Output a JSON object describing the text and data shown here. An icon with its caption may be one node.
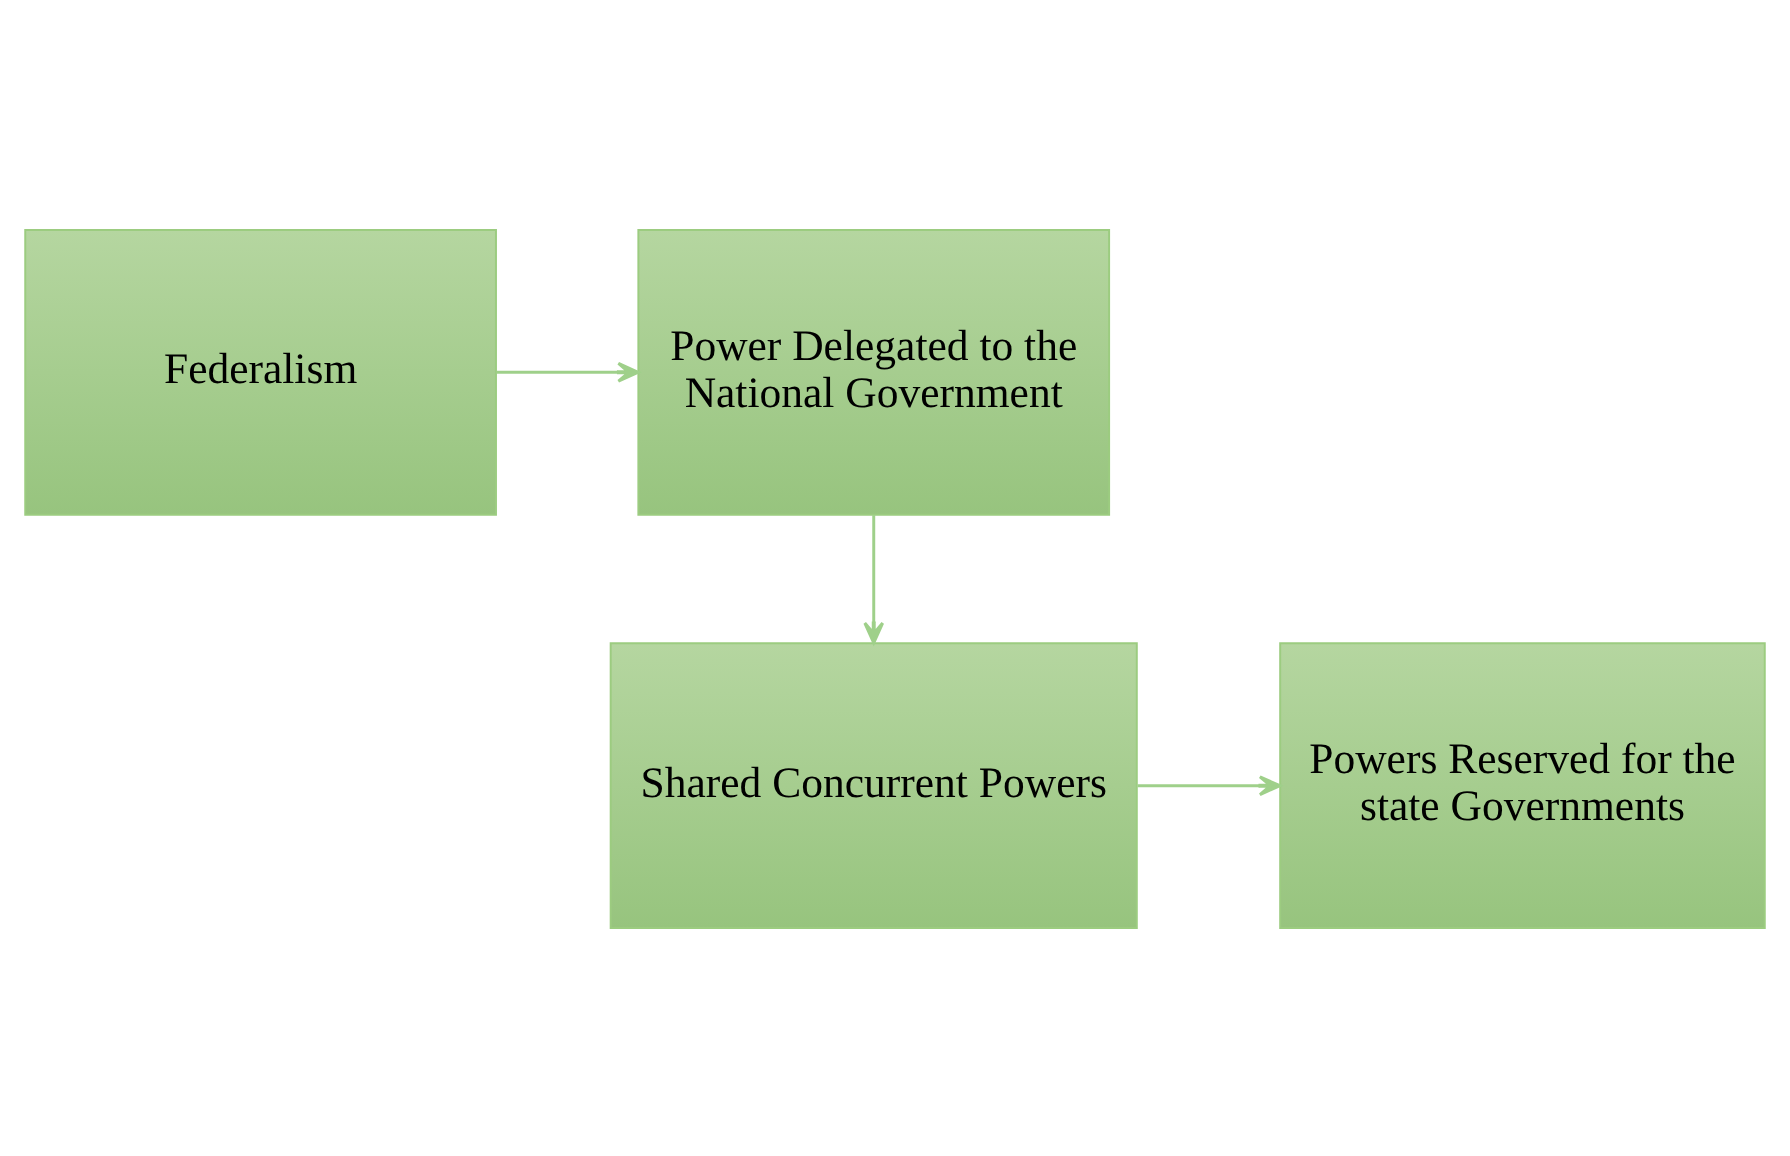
{
  "diagram": {
    "nodes": [
      {
        "text": [
          "Federalism"
        ]
      },
      {
        "text": [
          "Power Delegated to the National Government"
        ]
      },
      {
        "text": [
          "Shared Concurrent Powers"
        ]
      },
      {
        "text": [
          "Powers Reserved for the state Governments"
        ]
      }
    ],
    "edges": [
      {
        "from": 0,
        "to": 1,
        "arrow": "to"
      },
      {
        "from": 1,
        "to": 2,
        "arrow": "to"
      },
      {
        "from": 2,
        "to": 3,
        "arrow": "to"
      }
    ]
  }
}
